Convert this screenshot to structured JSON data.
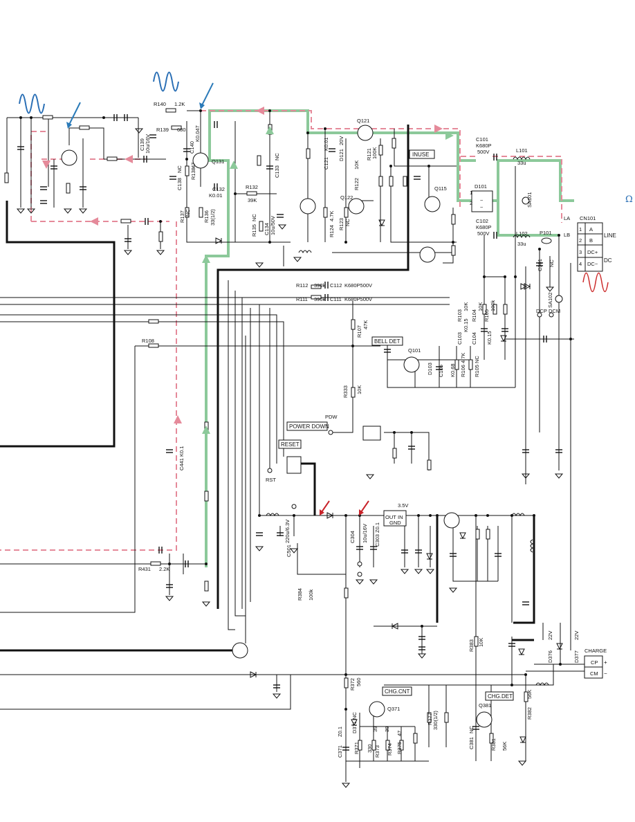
{
  "colors": {
    "signal_blue": "#2a6fb5",
    "signal_red": "#cc2b2b",
    "path_green": "#8cc99a",
    "path_pink": "#e58a9a",
    "arrow_blue": "#2a7ab8",
    "arrow_red": "#c8232a"
  },
  "ohm_symbol": "Ω",
  "connectors": {
    "cn101": {
      "name": "CN101",
      "pins": [
        "1",
        "2",
        "3",
        "4"
      ],
      "signals": [
        "A",
        "B",
        "DC+",
        "DC−"
      ],
      "line": "LINE",
      "dc": "DC"
    },
    "charge": {
      "name": "CHARGE",
      "cp": "CP",
      "cm": "CM",
      "plus": "+",
      "minus": "−"
    }
  },
  "boxes": {
    "inuse": "INUSE",
    "bell_det": "BELL DET",
    "power_down": "POWER DOWN",
    "reset": "RESET",
    "chg_cnt": "CHG.CNT",
    "chg_det": "CHG.DET"
  },
  "nets": {
    "pdw": "PDW",
    "rst": "RST",
    "dcp": "DCP",
    "dcm": "DCM",
    "la": "LA",
    "lb": "LB",
    "v35": "3.5V",
    "out": "OUT",
    "in": "IN",
    "gnd": "GND"
  },
  "parts": {
    "r140": "R140",
    "r140_v": "1.2K",
    "r139": "R139",
    "r139_v": "680",
    "c139": "C139",
    "c139_v": "10u/16V",
    "c140": "C140",
    "c140_v": "K0.047",
    "r138": "R138",
    "r138_v": "47",
    "c138": "C138",
    "c138_v": "NC",
    "q131": "Q131",
    "c132": "C132",
    "c132_v": "K0.01",
    "r132": "R132",
    "r132_v": "39K",
    "c133": "C133",
    "c133_v": "NC",
    "r137": "R137",
    "r137_v": "NC",
    "r136": "R136",
    "r136_v": "33(1/2)",
    "r135": "R135",
    "r135_v": "NC",
    "c134": "C134",
    "c134_v": "10u/50V",
    "q121": "Q121",
    "c121": "C121",
    "c121_v": "K0.01",
    "d121": "D121",
    "d121_v": "20V",
    "r121": "R121",
    "r121_v": "100K",
    "r122": "R122",
    "r122_v": "10K",
    "q122": "Q122",
    "r124": "R124",
    "r124_v": "4.7K",
    "r123": "R123",
    "r123_v": "NC",
    "q115": "Q115",
    "c101": "C101",
    "c101_v": "K680P",
    "c101_v2": "500V",
    "l101": "L101",
    "l101_v": "33u",
    "d101": "D101",
    "sa101": "SA101",
    "c102": "C102",
    "c102_v": "K680P",
    "c102_v2": "500V",
    "l102": "L102",
    "l102_v": "33u",
    "p101": "P101",
    "c301": "C301",
    "c301_v": "NC",
    "sa102": "SA102",
    "r112": "R112",
    "r112_v": "390k",
    "c112": "C112",
    "c112_v": "K680P500V",
    "r111": "R111",
    "r111_v": "390k",
    "c111": "C111",
    "c111_v": "K680P500V",
    "r107": "R107",
    "r107_v": "47K",
    "r103": "R103",
    "r103_v": "10K",
    "r104": "R104",
    "r104_v": "10K",
    "r105": "R105",
    "r105_v": "100k",
    "c103": "C103",
    "c103_v": "K0.15",
    "c104": "C104",
    "c104_v": "K0.15",
    "r108": "R108",
    "q101": "Q101",
    "d103": "D103",
    "c105": "C105",
    "c105_v": "K0.68",
    "r106": "R106",
    "r106_v": "4.7K",
    "r105b": "R105",
    "r105b_v": "NC",
    "r333": "R333",
    "r333_v": "10K",
    "c441": "C441",
    "c441_v": "K0.1",
    "c501": "C501",
    "c501_v": "220u/6.3V",
    "c304": "C304",
    "c304_v": "10u/16V",
    "c303": "C303",
    "c303_v": "Z0.1",
    "r431": "R431",
    "r431_v": "2.2K",
    "r384": "R384",
    "r384_v": "100k",
    "r383": "R383",
    "r383_v": "10K",
    "r372": "R372",
    "r372_v": "560",
    "q371": "Q371",
    "r377": "R377",
    "r377_v": "330(1/2)",
    "q381": "Q381",
    "c381": "C381",
    "c381_v": "NC",
    "r381": "R381",
    "r381_v": "56K",
    "r382": "R382",
    "r382_v": "56K",
    "d371": "D371",
    "d371_v": "NC",
    "c371": "C371",
    "c371_v": "Z0.1",
    "r371": "R371",
    "r371_v": "330",
    "r373": "R373",
    "r373_v": "39",
    "r374": "R374",
    "r374_v": "39",
    "r375": "R375",
    "r375_v": "47",
    "d376": "D376",
    "d376_v": "22V",
    "d377": "D377",
    "d377_v": "22V"
  }
}
